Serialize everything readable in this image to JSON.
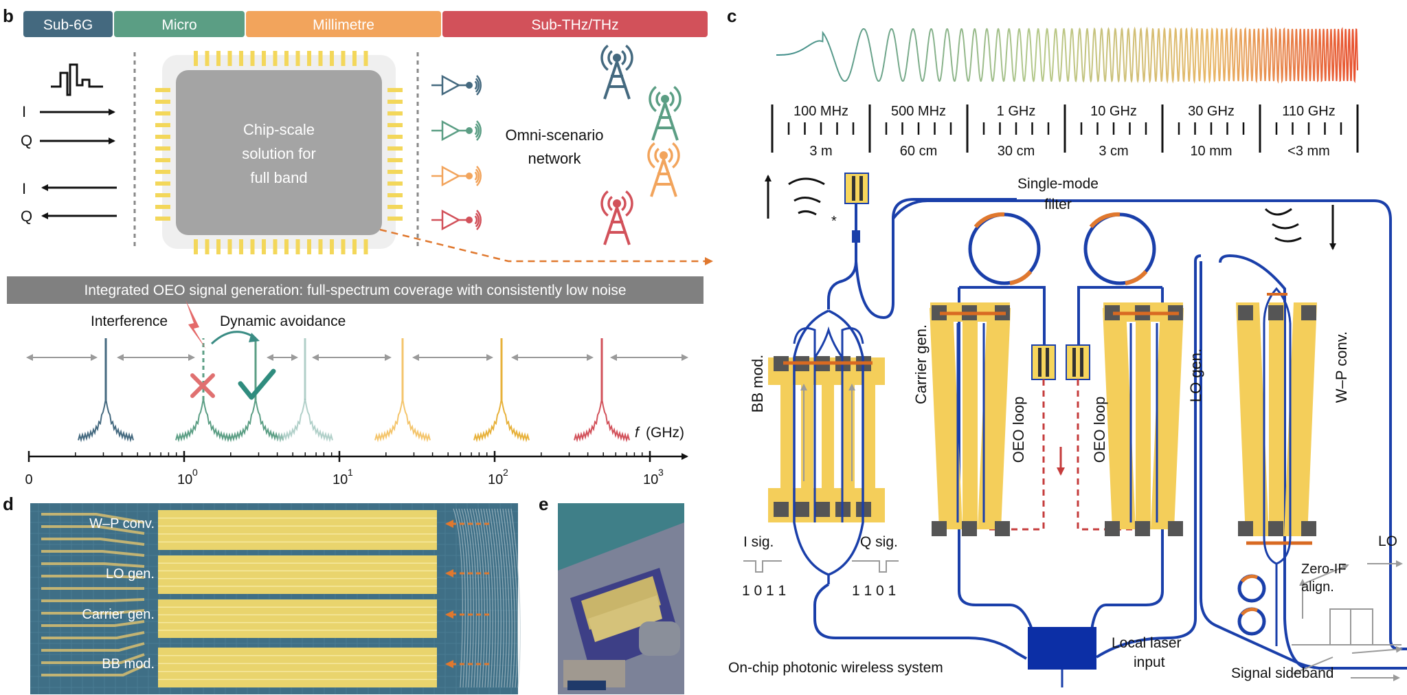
{
  "panel_labels": {
    "b": "b",
    "c": "c",
    "d": "d",
    "e": "e"
  },
  "bands": [
    {
      "label": "Sub-6G",
      "color": "#44697f"
    },
    {
      "label": "Micro",
      "color": "#5b9e84"
    },
    {
      "label": "Millimetre",
      "color": "#f2a45c"
    },
    {
      "label": "Sub-THz/THz",
      "color": "#d2515a"
    }
  ],
  "panel_b": {
    "iq": {
      "i_top": "I",
      "q_top": "Q",
      "i_bottom": "I",
      "q_bottom": "Q"
    },
    "chip_text": [
      "Chip-scale",
      "solution for",
      "full band"
    ],
    "network_text": [
      "Omni-scenario",
      "network"
    ],
    "banner": "Integrated OEO signal generation: full-spectrum coverage with consistently low noise",
    "interference": "Interference",
    "dynamic_avoidance": "Dynamic avoidance",
    "freq_axis": {
      "unit_f": "f",
      "unit": "(GHz)",
      "tick_base": [
        "0",
        "10",
        "10",
        "10",
        "10"
      ],
      "tick_exp": [
        "",
        "0",
        "1",
        "2",
        "3"
      ]
    }
  },
  "panel_c": {
    "freq_scale": [
      {
        "freq": "100 MHz",
        "wavelength": "3 m"
      },
      {
        "freq": "500 MHz",
        "wavelength": "60 cm"
      },
      {
        "freq": "1 GHz",
        "wavelength": "30 cm"
      },
      {
        "freq": "10 GHz",
        "wavelength": "3 cm"
      },
      {
        "freq": "30 GHz",
        "wavelength": "10 mm"
      },
      {
        "freq": "110 GHz",
        "wavelength": "<3 mm"
      }
    ],
    "single_mode": "Single-mode",
    "filter": "filter",
    "asterisk": "*",
    "bb_mod": "BB mod.",
    "carrier_gen": "Carrier gen.",
    "oeo_loop_1": "OEO loop",
    "oeo_loop_2": "OEO loop",
    "lo_gen": "LO gen.",
    "wp_conv": "W–P conv.",
    "i_sig": "I sig.",
    "q_sig": "Q sig.",
    "i_bits": "1 0 1 1",
    "q_bits": "1 1 0 1",
    "local_laser": [
      "Local laser",
      "input"
    ],
    "on_chip": "On-chip photonic wireless system",
    "lo": "LO",
    "zero_if": [
      "Zero-IF",
      "align."
    ],
    "signal_sideband": "Signal sideband"
  },
  "panel_d": {
    "labels": [
      "W–P conv.",
      "LO gen.",
      "Carrier gen.",
      "BB mod."
    ]
  }
}
